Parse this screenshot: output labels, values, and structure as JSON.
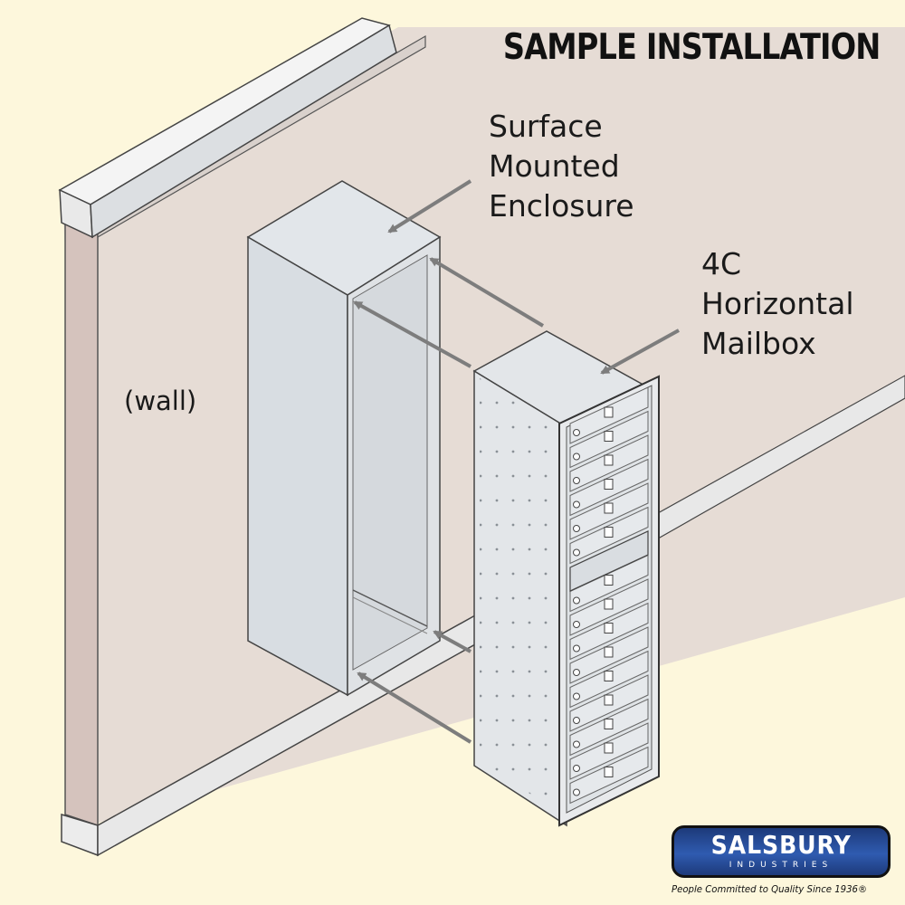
{
  "title": "SAMPLE INSTALLATION",
  "callouts": {
    "enclosure": "Surface\nMounted\nEnclosure",
    "mailbox": "4C\nHorizontal\nMailbox",
    "wall": "(wall)"
  },
  "logo": {
    "name": "SALSBURY",
    "sub": "INDUSTRIES",
    "tagline": "People Committed to Quality Since 1936®"
  },
  "colors": {
    "background": "#fdf7dc",
    "wall": "#e3d7d0",
    "metal": "#d8dde2",
    "arrow": "#7d7d7d",
    "logo": "#2a4f9e"
  }
}
